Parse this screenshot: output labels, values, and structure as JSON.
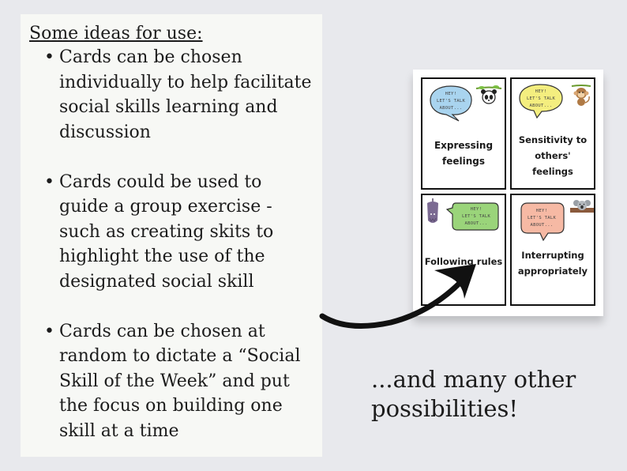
{
  "panel": {
    "title": "Some ideas for use:",
    "ideas": [
      "Cards can be chosen individually to help facilitate social skills learning and discussion",
      "Cards could be used to guide a group exercise - such as creating skits to highlight the use of the designated social skill",
      "Cards can be chosen at random to dictate a “Social Skill of the Week” and put the focus on building one skill at a time"
    ]
  },
  "cards": [
    {
      "title": "Expressing\nfeelings",
      "bubble_text": "HEY!\nLET'S TALK\nABOUT...",
      "bubble_color": "#a9d4ef",
      "animal": "panda-icon"
    },
    {
      "title": "Sensitivity to\nothers'\nfeelings",
      "bubble_text": "HEY!\nLET'S TALK\nABOUT...",
      "bubble_color": "#f4ee7f",
      "animal": "monkey-icon"
    },
    {
      "title": "Following rules",
      "bubble_text": "HEY!\nLET'S TALK\nABOUT...",
      "bubble_color": "#9ad47a",
      "animal": "bat-icon"
    },
    {
      "title": "Interrupting\nappropriately",
      "bubble_text": "HEY!\nLET'S TALK\nABOUT...",
      "bubble_color": "#f6b9a4",
      "animal": "koala-icon"
    }
  ],
  "tagline": "...and many other\npossibilities!",
  "colors": {
    "background": "#e8e9ed",
    "panel": "#f7f8f5",
    "arrow": "#111111"
  }
}
